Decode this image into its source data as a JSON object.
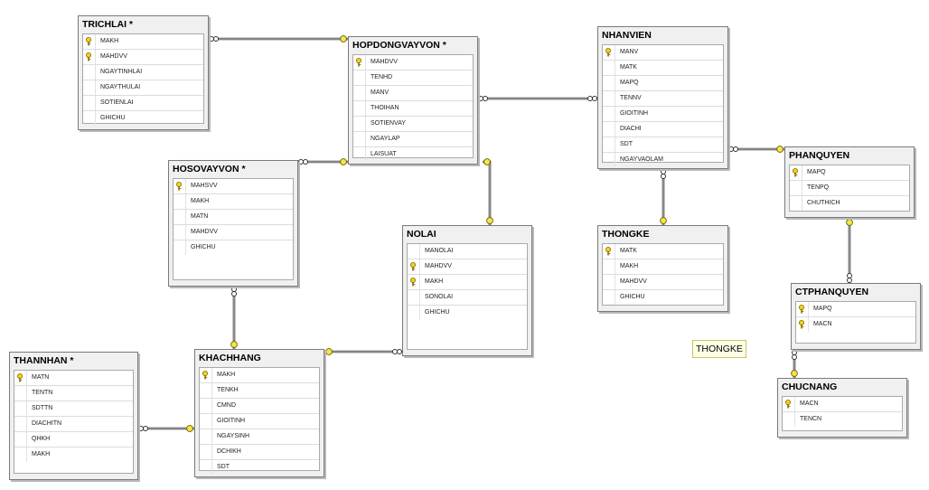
{
  "key_icon": "key-icon",
  "colors": {
    "key": "#f2d21a",
    "link": "#3a3a3a",
    "endpoint": "#f2e64a"
  },
  "tables": [
    {
      "id": "trichlai",
      "title": "TRICHLAI *",
      "columns": [
        {
          "name": "MAKH",
          "pk": true
        },
        {
          "name": "MAHDVV",
          "pk": true
        },
        {
          "name": "NGAYTINHLAI",
          "pk": false
        },
        {
          "name": "NGAYTHULAI",
          "pk": false
        },
        {
          "name": "SOTIENLAI",
          "pk": false
        },
        {
          "name": "GHICHU",
          "pk": false
        }
      ]
    },
    {
      "id": "hopdongvayvon",
      "title": "HOPDONGVAYVON *",
      "columns": [
        {
          "name": "MAHDVV",
          "pk": true
        },
        {
          "name": "TENHD",
          "pk": false
        },
        {
          "name": "MANV",
          "pk": false
        },
        {
          "name": "THOIHAN",
          "pk": false
        },
        {
          "name": "SOTIENVAY",
          "pk": false
        },
        {
          "name": "NGAYLAP",
          "pk": false
        },
        {
          "name": "LAISUAT",
          "pk": false
        }
      ]
    },
    {
      "id": "nhanvien",
      "title": "NHANVIEN",
      "columns": [
        {
          "name": "MANV",
          "pk": true
        },
        {
          "name": "MATK",
          "pk": false
        },
        {
          "name": "MAPQ",
          "pk": false
        },
        {
          "name": "TENNV",
          "pk": false
        },
        {
          "name": "GIOITINH",
          "pk": false
        },
        {
          "name": "DIACHI",
          "pk": false
        },
        {
          "name": "SDT",
          "pk": false
        },
        {
          "name": "NGAYVAOLAM",
          "pk": false
        }
      ]
    },
    {
      "id": "hosovayvon",
      "title": "HOSOVAYVON *",
      "columns": [
        {
          "name": "MAHSVV",
          "pk": true
        },
        {
          "name": "MAKH",
          "pk": false
        },
        {
          "name": "MATN",
          "pk": false
        },
        {
          "name": "MAHDVV",
          "pk": false
        },
        {
          "name": "GHICHU",
          "pk": false
        }
      ]
    },
    {
      "id": "phanquyen",
      "title": "PHANQUYEN",
      "columns": [
        {
          "name": "MAPQ",
          "pk": true
        },
        {
          "name": "TENPQ",
          "pk": false
        },
        {
          "name": "CHUTHICH",
          "pk": false
        }
      ]
    },
    {
      "id": "nolai",
      "title": "NOLAI",
      "columns": [
        {
          "name": "MANOLAI",
          "pk": false
        },
        {
          "name": "MAHDVV",
          "pk": true
        },
        {
          "name": "MAKH",
          "pk": true
        },
        {
          "name": "SONOLAI",
          "pk": false
        },
        {
          "name": "GHICHU",
          "pk": false
        }
      ]
    },
    {
      "id": "thongke",
      "title": "THONGKE",
      "columns": [
        {
          "name": "MATK",
          "pk": true
        },
        {
          "name": "MAKH",
          "pk": false
        },
        {
          "name": "MAHDVV",
          "pk": false
        },
        {
          "name": "GHICHU",
          "pk": false
        }
      ]
    },
    {
      "id": "ctphanquyen",
      "title": "CTPHANQUYEN",
      "columns": [
        {
          "name": "MAPQ",
          "pk": true
        },
        {
          "name": "MACN",
          "pk": true
        }
      ]
    },
    {
      "id": "thannhan",
      "title": "THANNHAN *",
      "columns": [
        {
          "name": "MATN",
          "pk": true
        },
        {
          "name": "TENTN",
          "pk": false
        },
        {
          "name": "SDTTN",
          "pk": false
        },
        {
          "name": "DIACHITN",
          "pk": false
        },
        {
          "name": "QHKH",
          "pk": false
        },
        {
          "name": "MAKH",
          "pk": false
        }
      ]
    },
    {
      "id": "khachhang",
      "title": "KHACHHANG",
      "columns": [
        {
          "name": "MAKH",
          "pk": true
        },
        {
          "name": "TENKH",
          "pk": false
        },
        {
          "name": "CMND",
          "pk": false
        },
        {
          "name": "GIOITINH",
          "pk": false
        },
        {
          "name": "NGAYSINH",
          "pk": false
        },
        {
          "name": "DCHIKH",
          "pk": false
        },
        {
          "name": "SDT",
          "pk": false
        }
      ]
    },
    {
      "id": "chucnang",
      "title": "CHUCNANG",
      "columns": [
        {
          "name": "MACN",
          "pk": true
        },
        {
          "name": "TENCN",
          "pk": false
        }
      ]
    }
  ],
  "relationships": [
    {
      "from": "trichlai",
      "to": "hopdongvayvon"
    },
    {
      "from": "hopdongvayvon",
      "to": "nhanvien"
    },
    {
      "from": "hosovayvon",
      "to": "hopdongvayvon"
    },
    {
      "from": "nolai",
      "to": "hopdongvayvon"
    },
    {
      "from": "nhanvien",
      "to": "phanquyen"
    },
    {
      "from": "nhanvien",
      "to": "thongke"
    },
    {
      "from": "hosovayvon",
      "to": "khachhang"
    },
    {
      "from": "nolai",
      "to": "khachhang"
    },
    {
      "from": "thannhan",
      "to": "khachhang"
    },
    {
      "from": "ctphanquyen",
      "to": "phanquyen"
    },
    {
      "from": "ctphanquyen",
      "to": "chucnang"
    }
  ],
  "floating_label": "THONGKE"
}
